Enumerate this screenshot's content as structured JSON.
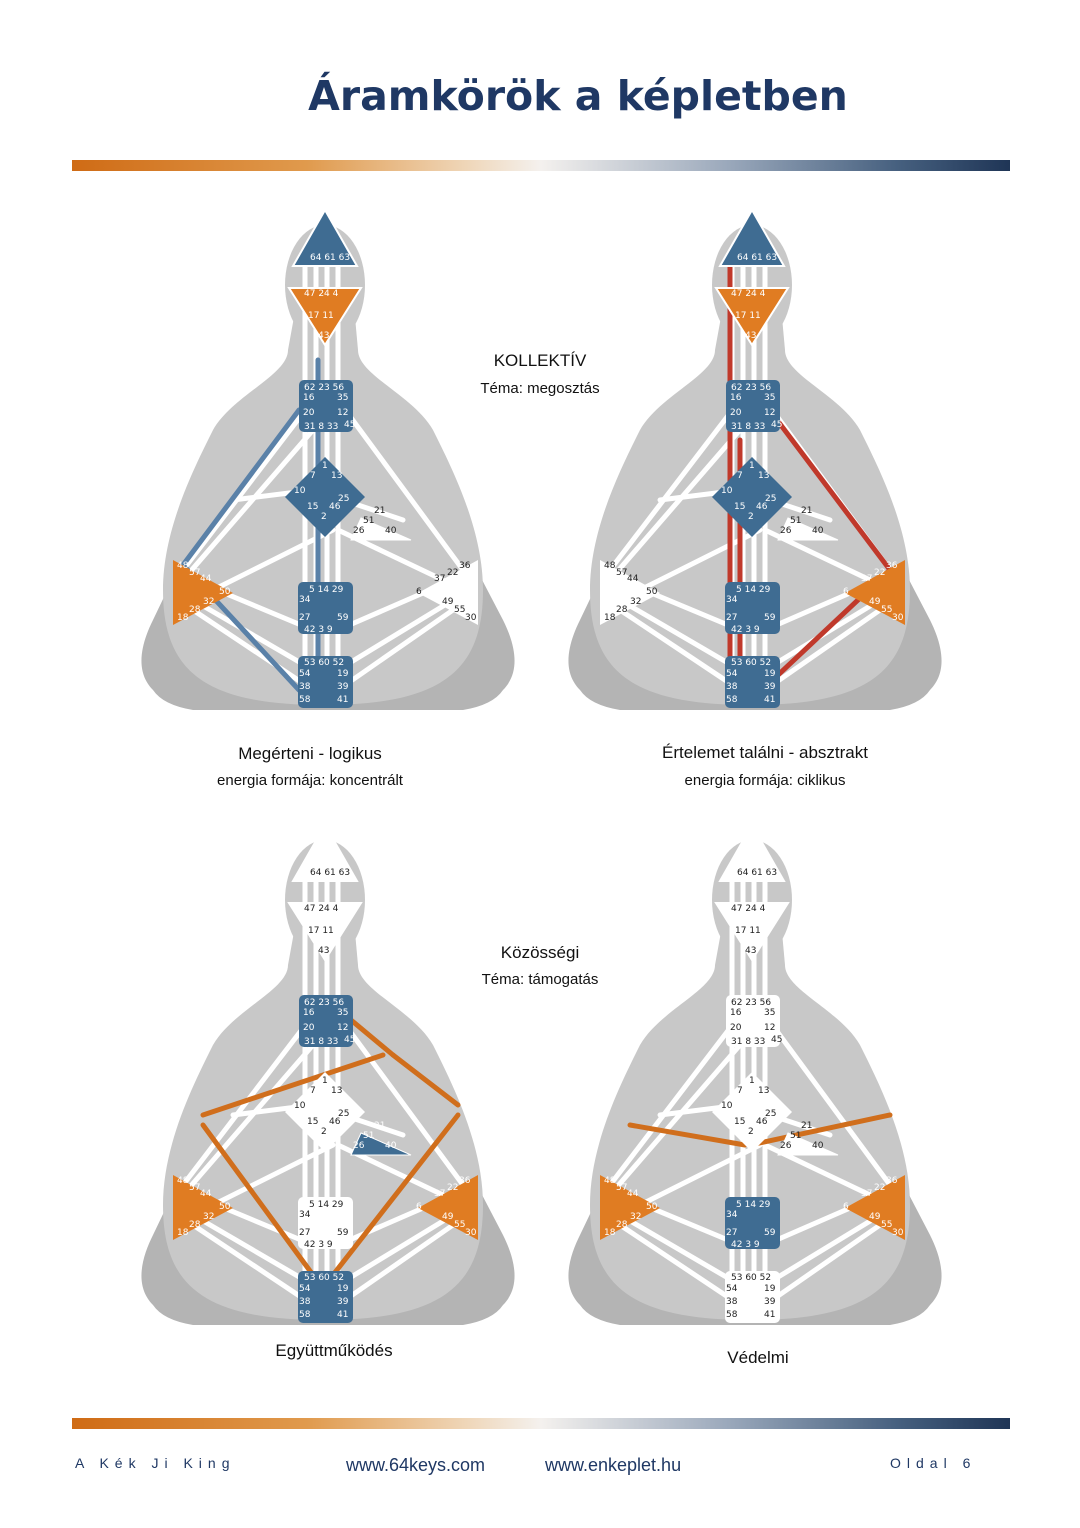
{
  "page": {
    "title": "Áramkörök a képletben",
    "footer_left": "A Kék Ji King",
    "footer_link1": "www.64keys.com",
    "footer_link2": "www.enkeplet.hu",
    "footer_right": "Oldal 6"
  },
  "collective": {
    "heading": "KOLLEKTÍV",
    "theme": "Téma: megosztás"
  },
  "community": {
    "heading": "Közösségi",
    "theme": "Téma: támogatás"
  },
  "captions": {
    "logical": "Megérteni - logikus",
    "logical_energy": "energia formája: koncentrált",
    "abstract": "Értelemet találni - absztrakt",
    "abstract_energy": "energia formája: ciklikus",
    "cooperation": "Együttműködés",
    "defense": "Védelmi"
  },
  "gates": {
    "head": "64 61 63",
    "ajna_top": "47 24 4",
    "ajna_mid": "17 11",
    "ajna_bottom": "43",
    "throat_1": "62 23 56",
    "throat_2": "16",
    "throat_3": "35",
    "throat_4": "20",
    "throat_5": "12",
    "throat_6": "31 8 33",
    "throat_7": "45",
    "g_1": "1",
    "g_2": "7",
    "g_3": "13",
    "g_4": "10",
    "g_5": "25",
    "g_6": "15",
    "g_7": "46",
    "g_8": "2",
    "ego_1": "21",
    "ego_2": "51",
    "ego_3": "26",
    "ego_4": "40",
    "spleen_1": "48",
    "spleen_2": "57",
    "spleen_3": "44",
    "spleen_4": "50",
    "spleen_5": "32",
    "spleen_6": "28",
    "spleen_7": "18",
    "sp_1": "36",
    "sp_2": "22",
    "sp_3": "37",
    "sp_4": "6",
    "sp_5": "49",
    "sp_6": "55",
    "sp_7": "30",
    "sacral_1": "5 14 29",
    "sacral_2": "34",
    "sacral_3": "27",
    "sacral_4": "59",
    "sacral_5": "42 3 9",
    "root_1": "53 60 52",
    "root_2": "54",
    "root_3": "19",
    "root_4": "38",
    "root_5": "39",
    "root_6": "58",
    "root_7": "41"
  },
  "colors": {
    "title": "#1f3864",
    "blue_center": "#3f6c92",
    "orange_center": "#e07c22",
    "logic_channel": "#5a81a8",
    "abstract_channel": "#c0392b",
    "tribal_channel": "#d06e1c",
    "body_light": "#c8c8c8",
    "body_dark": "#b4b4b4"
  }
}
